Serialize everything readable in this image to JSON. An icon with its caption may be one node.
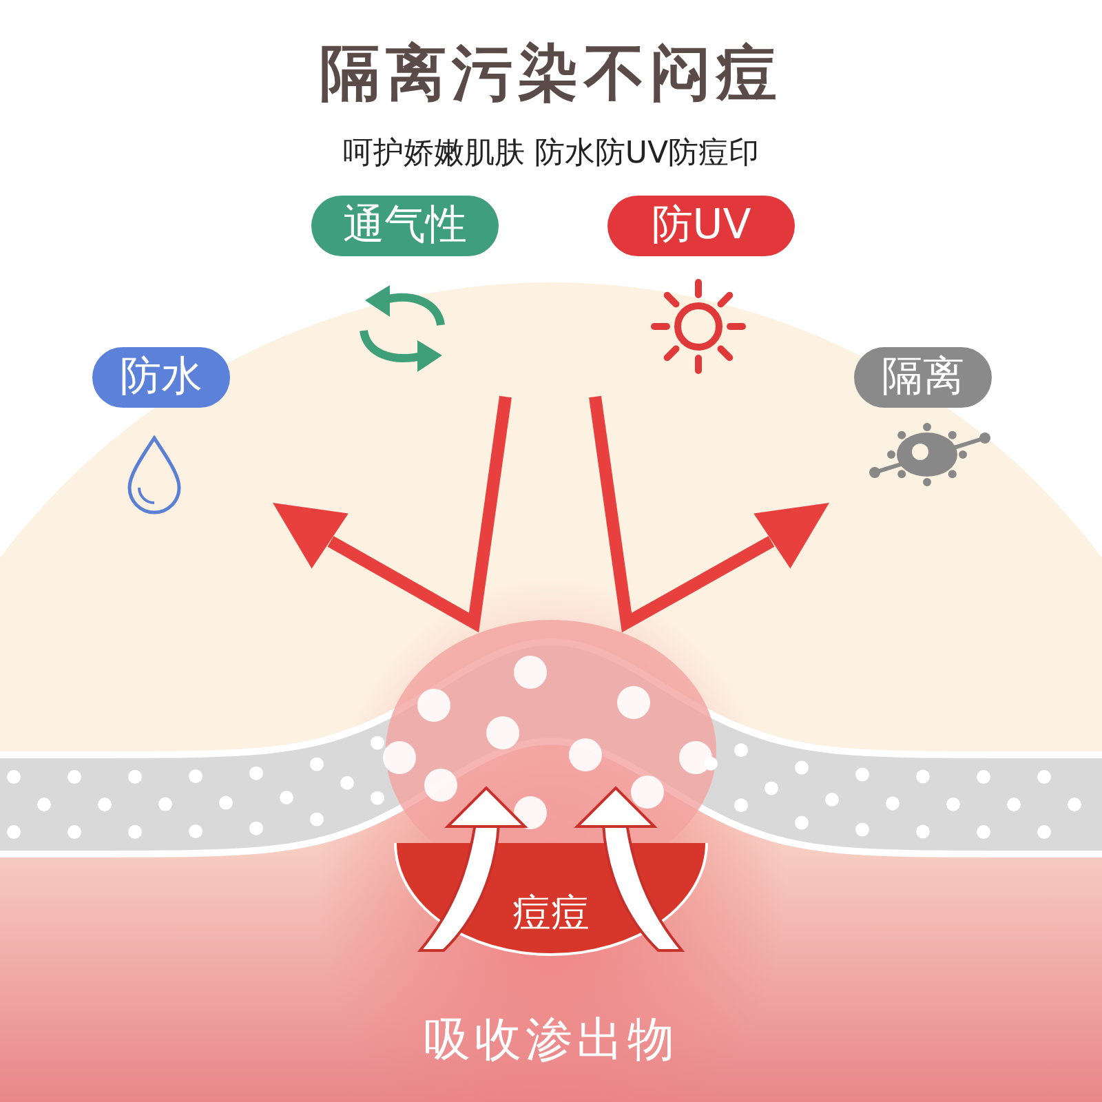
{
  "diagram": {
    "title": "隔离污染不闷痘",
    "nodes": [
      {
        "text": [
          "防水"
        ]
      },
      {
        "text": [
          "通气性"
        ]
      },
      {
        "text": [
          "防UV"
        ]
      },
      {
        "text": [
          "隔离"
        ]
      },
      {
        "text": [
          "痘痘"
        ]
      }
    ],
    "labels": [
      "呵护娇嫩肌肤 防水防UV防痘印",
      "吸收渗出物"
    ]
  }
}
